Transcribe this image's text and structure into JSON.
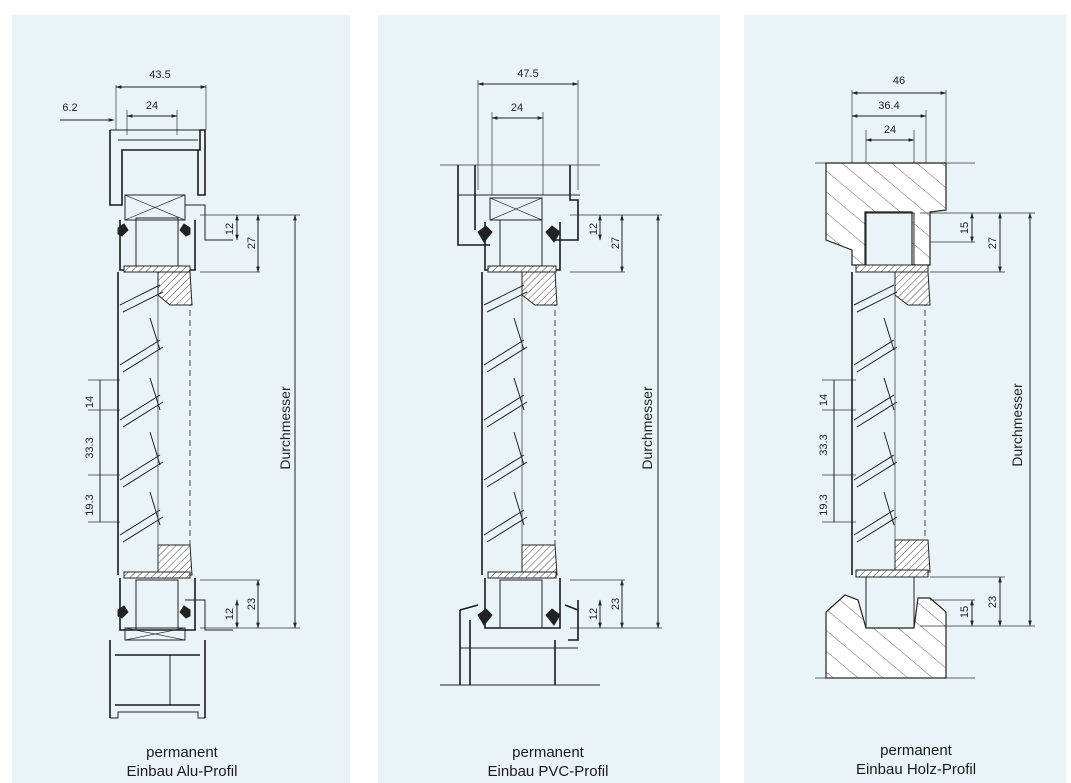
{
  "profiles": [
    {
      "id": "alu",
      "caption_line1": "permanent",
      "caption_line2": "Einbau Alu-Profil",
      "dims": {
        "outer_width": "43.5",
        "inner_width": "24",
        "offset": "6.2",
        "top_small": "12",
        "top_large": "27",
        "louver_a": "14",
        "louver_b": "33.3",
        "louver_c": "19.3",
        "bottom_large": "23",
        "bottom_small": "12",
        "diameter_label": "Durchmesser"
      }
    },
    {
      "id": "pvc",
      "caption_line1": "permanent",
      "caption_line2": "Einbau PVC-Profil",
      "dims": {
        "outer_width": "47.5",
        "inner_width": "24",
        "top_small": "12",
        "top_large": "27",
        "bottom_large": "23",
        "bottom_small": "12",
        "diameter_label": "Durchmesser"
      }
    },
    {
      "id": "holz",
      "caption_line1": "permanent",
      "caption_line2": "Einbau Holz-Profil",
      "dims": {
        "outer_width": "46",
        "mid_width": "36.4",
        "inner_width": "24",
        "top_small": "15",
        "top_large": "27",
        "louver_a": "14",
        "louver_b": "33.3",
        "louver_c": "19.3",
        "bottom_large": "23",
        "bottom_small": "15",
        "diameter_label": "Durchmesser"
      }
    }
  ]
}
